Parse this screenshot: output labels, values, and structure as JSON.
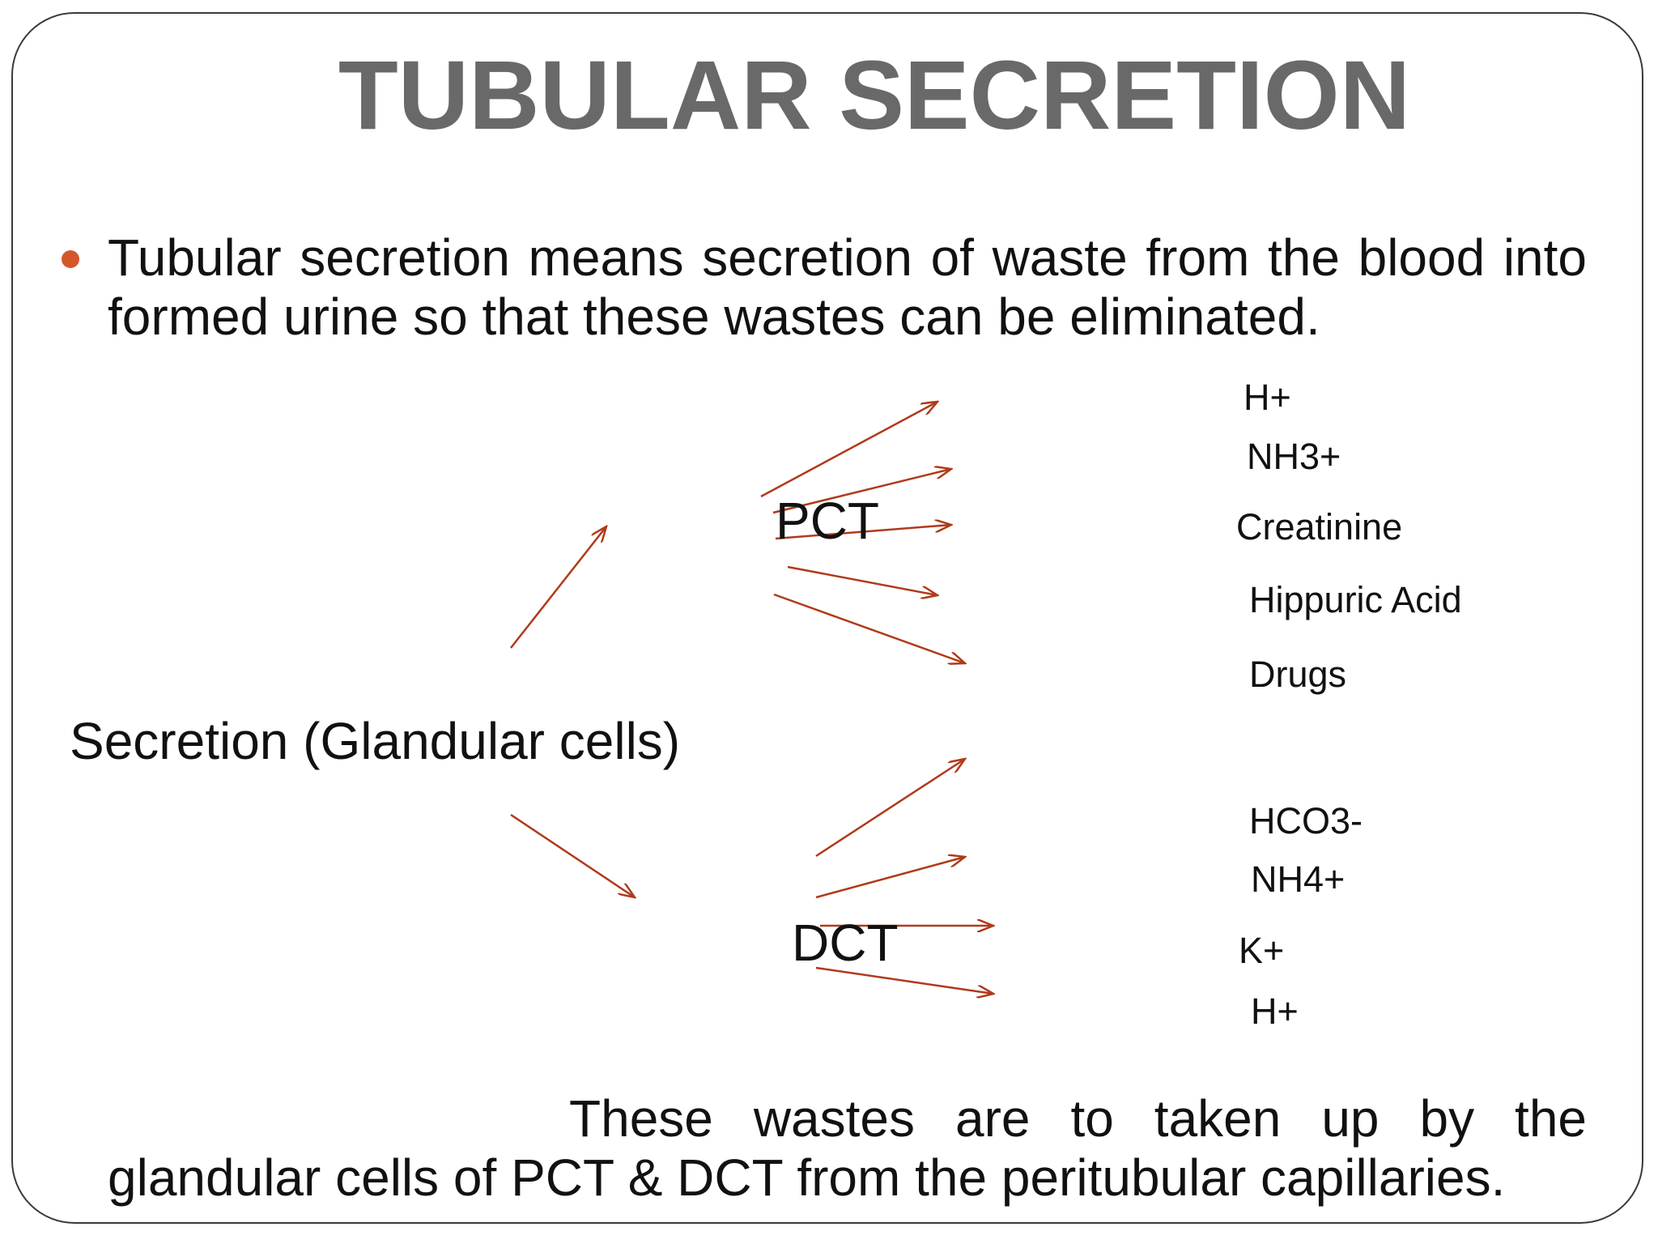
{
  "slide": {
    "title": "TUBULAR SECRETION",
    "bullet": "Tubular secretion means secretion of waste from the blood into formed urine so that these wastes can be eliminated.",
    "bullet_color": "#d4572a",
    "arrow_color": "#b03a1a"
  },
  "diagram": {
    "source_label": "Secretion (Glandular cells)",
    "pct_label": "PCT",
    "dct_label": "DCT",
    "pct_items": {
      "h_plus": "H+",
      "nh3_plus": "NH3+",
      "creatinine": "Creatinine",
      "hippuric_acid": "Hippuric Acid",
      "drugs": "Drugs"
    },
    "dct_items": {
      "hco3_minus": "HCO3-",
      "nh4_plus": "NH4+",
      "k_plus": "K+",
      "h_plus": "H+"
    }
  },
  "footer": {
    "text": "These wastes are to taken up by the glandular cells of PCT & DCT from the peritubular capillaries."
  }
}
